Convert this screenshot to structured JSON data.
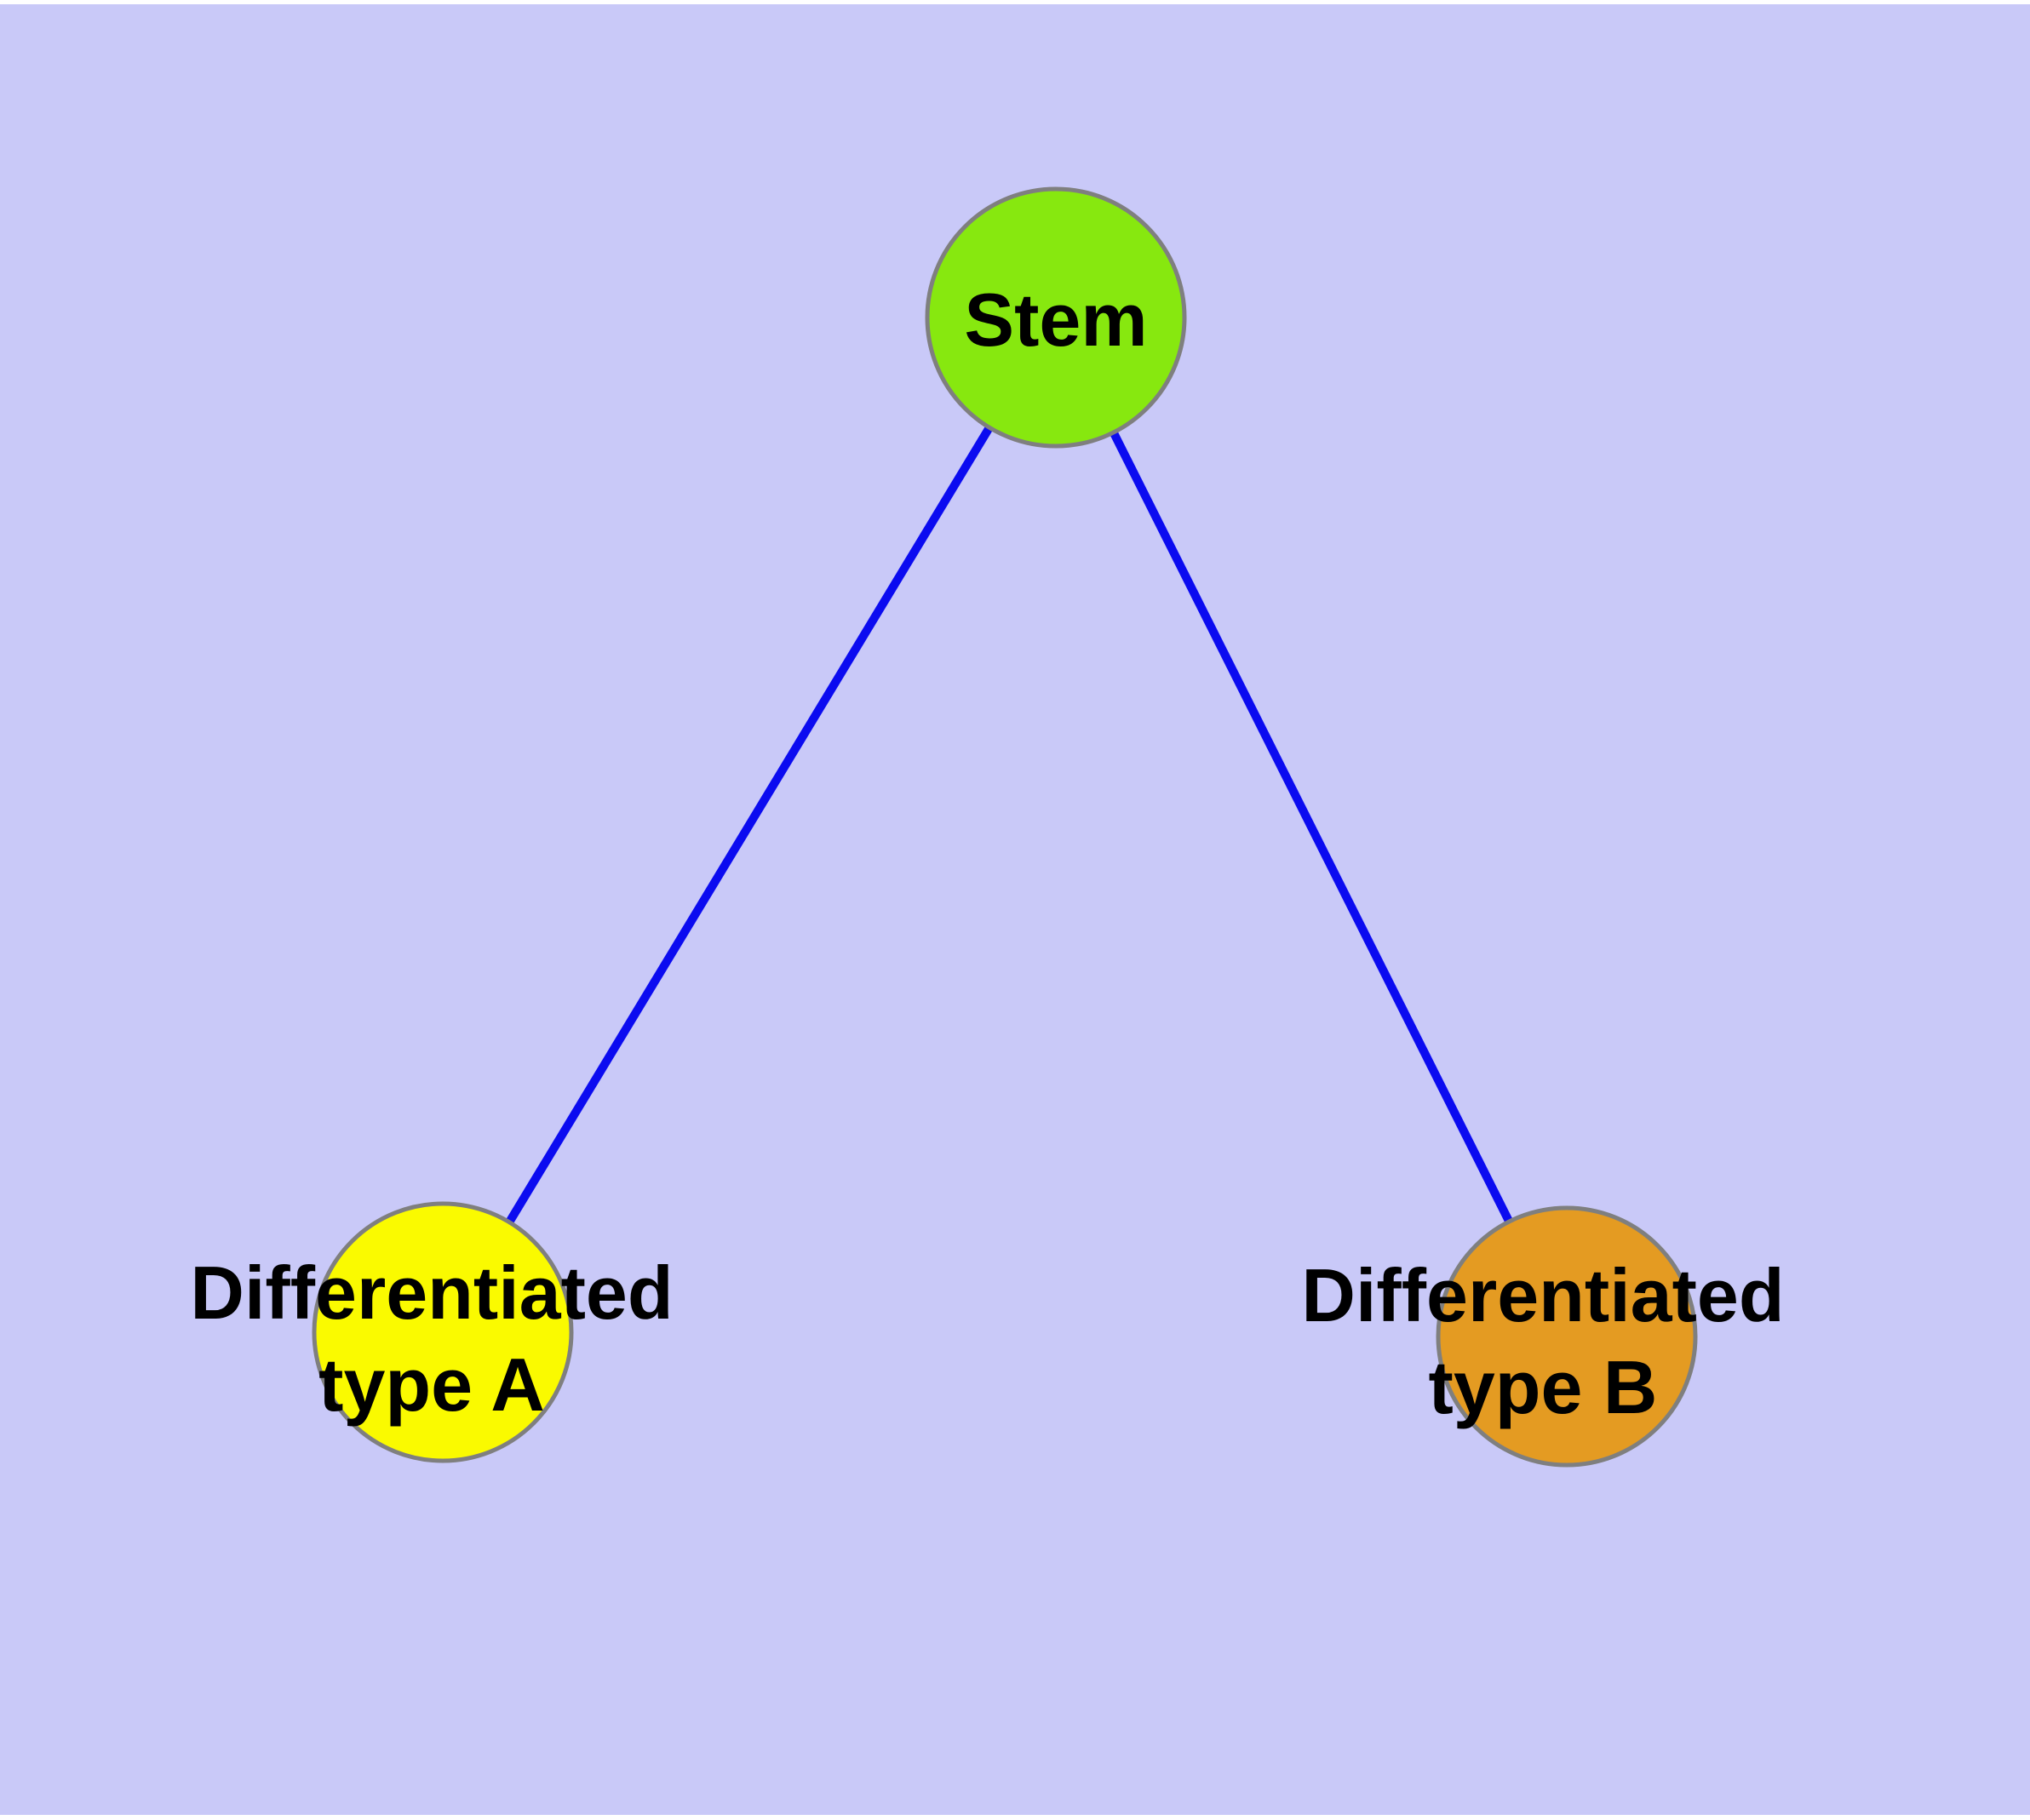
{
  "diagram": {
    "background_color": "#C9C9F8",
    "page_edge_color": "#FFFFFF",
    "edge_color": "#0B0BF0",
    "node_border_color": "#7F7F7F",
    "label_text_color": "#000000",
    "nodes": {
      "stem": {
        "label": "Stem",
        "fill": "#87E80F"
      },
      "type_a": {
        "label": "Differentiated type A",
        "line1": "Differentiated",
        "line2": "type A",
        "fill": "#FAFA00"
      },
      "type_b": {
        "label": "Differentiated type B",
        "line1": "Differentiated",
        "line2": "type B",
        "fill": "#E49B22"
      }
    },
    "edges": [
      {
        "from": "Stem",
        "to": "Differentiated type A"
      },
      {
        "from": "Stem",
        "to": "Differentiated type B"
      }
    ]
  }
}
